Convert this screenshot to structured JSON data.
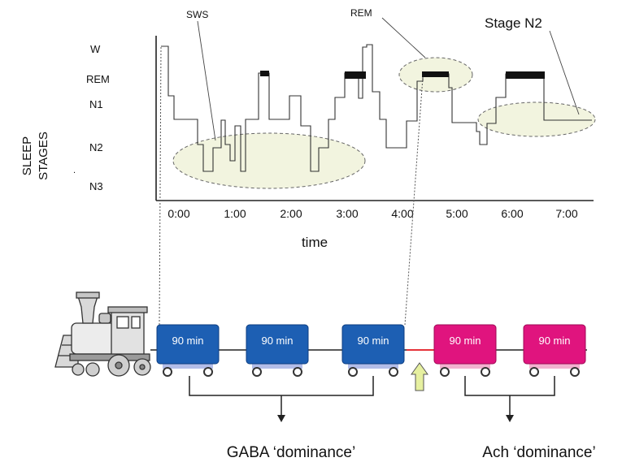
{
  "hypnogram": {
    "y_axis_title_line1": "SLEEP",
    "y_axis_title_line2": "STAGES",
    "stage_labels": [
      "W",
      "REM",
      "N1",
      "N2",
      "N3"
    ],
    "time_ticks": [
      "0:00",
      "1:00",
      "2:00",
      "3:00",
      "4:00",
      "5:00",
      "6:00",
      "7:00"
    ],
    "x_axis_label": "time",
    "annotations": {
      "sws": "SWS",
      "rem": "REM",
      "stage_n2": "Stage N2"
    },
    "colors": {
      "highlight": "#f2f4df",
      "rem_bar": "#111111"
    }
  },
  "train": {
    "cars": [
      {
        "label": "90 min",
        "color": "#1d5fb3"
      },
      {
        "label": "90 min",
        "color": "#1d5fb3"
      },
      {
        "label": "90 min",
        "color": "#1d5fb3"
      },
      {
        "label": "90 min",
        "color": "#e0147e"
      },
      {
        "label": "90 min",
        "color": "#e0147e"
      }
    ],
    "gaba_label": "GABA ‘dominance’",
    "ach_label": "Ach ‘dominance’",
    "arrow_color": "#e6f0a0"
  }
}
